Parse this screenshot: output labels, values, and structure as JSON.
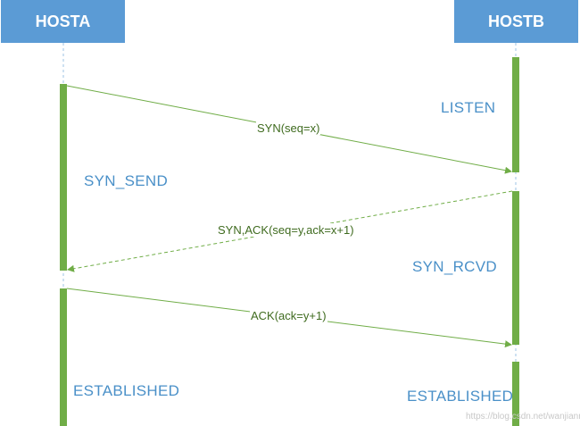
{
  "hosts": {
    "a": "HOSTA",
    "b": "HOSTB"
  },
  "states": {
    "b_listen": "LISTEN",
    "a_syn_send": "SYN_SEND",
    "b_syn_rcvd": "SYN_RCVD",
    "a_established": "ESTABLISHED",
    "b_established": "ESTABLISHED"
  },
  "messages": {
    "syn": "SYN(seq=x)",
    "syn_ack": "SYN,ACK(seq=y,ack=x+1)",
    "ack": "ACK(ack=y+1)"
  },
  "watermark": "https://blog.csdn.net/wanjianmei",
  "colors": {
    "host_box": "#5b9bd5",
    "lifeline_bar": "#70ad47",
    "arrow": "#70ad47",
    "state_text": "#4a90c8",
    "message_text": "#3f6b1f"
  }
}
